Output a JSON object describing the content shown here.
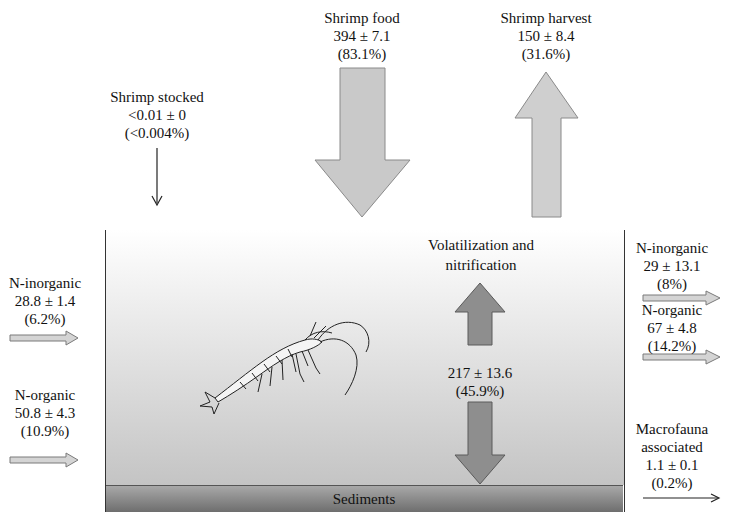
{
  "diagram": {
    "nodes": [
      {
        "text": [
          "Volatilization and nitrification"
        ]
      },
      {
        "text": [
          "Sediments"
        ],
        "in": 0
      }
    ],
    "labels": [
      "Shrimp stocked",
      "<0.01 ± 0",
      "(<0.004%)",
      "Shrimp food",
      "394 ± 7.1",
      "(83.1%)",
      "Shrimp harvest",
      "150 ± 8.4",
      "(31.6%)",
      "N-inorganic",
      "28.8 ± 1.4",
      "(6.2%)",
      "N-organic",
      "50.8 ± 4.3",
      "(10.9%)",
      "217 ± 13.6",
      "(45.9%)",
      "N-inorganic",
      "29 ± 13.1",
      "(8%)",
      "N-organic",
      "67 ± 4.8",
      "(14.2%)",
      "Macrofauna associated",
      "1.1 ± 0.1",
      "(0.2%)"
    ]
  }
}
